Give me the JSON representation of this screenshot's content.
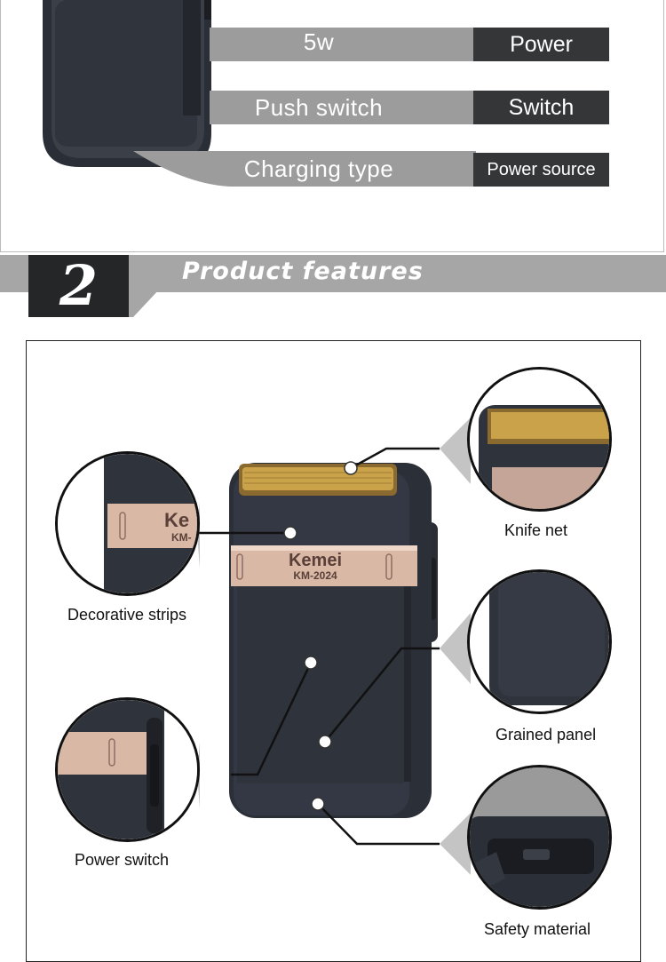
{
  "specs": [
    {
      "value": "5w",
      "key": "Power"
    },
    {
      "value": "Push switch",
      "key": "Switch"
    },
    {
      "value": "Charging type",
      "key": "Power source"
    }
  ],
  "section": {
    "number": "2",
    "title": "Product features"
  },
  "product": {
    "brand": "Kemei",
    "model": "KM-2024"
  },
  "features": {
    "decorative_strips": "Decorative strips",
    "knife_net": "Knife net",
    "grained_panel": "Grained panel",
    "power_switch": "Power switch",
    "safety_material": "Safety material"
  },
  "colors": {
    "band_gray": "#9c9c9c",
    "key_dark": "#353638",
    "body_dark": "#2b2f38",
    "foil_gold": "#c9a24a",
    "strip_rose": "#d9b8a6"
  }
}
